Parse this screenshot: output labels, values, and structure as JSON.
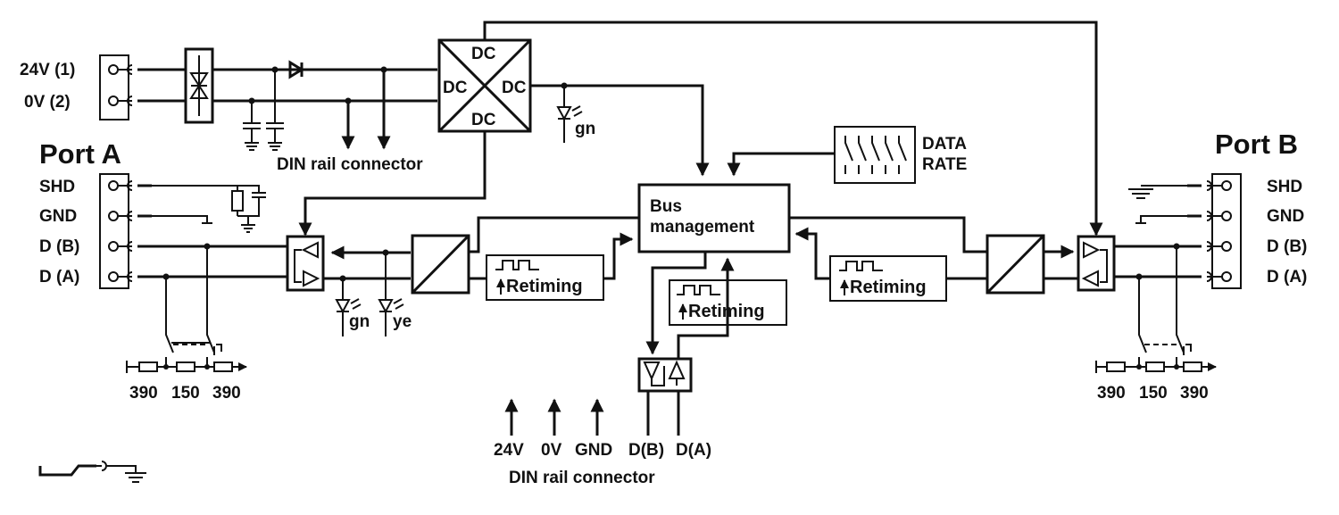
{
  "power_input": {
    "pin1": "24V (1)",
    "pin2": "0V  (2)",
    "din_label": "DIN rail connector"
  },
  "dc_converter": {
    "top": "DC",
    "left": "DC",
    "right": "DC",
    "bottom": "DC"
  },
  "leds": {
    "power": "gn",
    "port_a_1": "gn",
    "port_a_2": "ye"
  },
  "data_rate": {
    "line1": "DATA",
    "line2": "RATE"
  },
  "bus_management": {
    "line1": "Bus",
    "line2": "management"
  },
  "retiming": {
    "left": "Retiming",
    "center": "Retiming",
    "right": "Retiming"
  },
  "port_a": {
    "title": "Port A",
    "pins": [
      "SHD",
      "GND",
      "D (B)",
      "D (A)"
    ],
    "resistors": [
      "390",
      "150",
      "390"
    ]
  },
  "port_b": {
    "title": "Port B",
    "pins": [
      "SHD",
      "GND",
      "D (B)",
      "D (A)"
    ],
    "resistors": [
      "390",
      "150",
      "390"
    ]
  },
  "din_bus": {
    "pins": [
      "24V",
      "0V",
      "GND",
      "D(B)",
      "D(A)"
    ],
    "label": "DIN rail connector"
  }
}
